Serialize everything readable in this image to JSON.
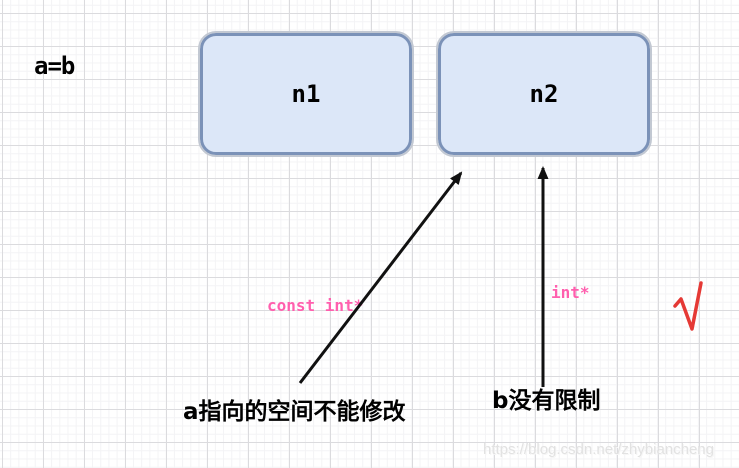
{
  "diagram": {
    "equation_label": "a=b",
    "nodes": [
      {
        "id": "n1",
        "label": "n1"
      },
      {
        "id": "n2",
        "label": "n2"
      }
    ],
    "pointer_labels": [
      {
        "text": "const int*",
        "points_to": "n2"
      },
      {
        "text": "int*",
        "points_to": "n2"
      }
    ],
    "captions": [
      {
        "text": "a指向的空间不能修改"
      },
      {
        "text": "b没有限制"
      }
    ],
    "checkmark": "√",
    "watermark": "https://blog.csdn.net/zhybiancheng",
    "colors": {
      "node_fill": "#dce7f8",
      "node_border": "#7b92b8",
      "pointer_label": "#ff5fae",
      "arrow": "#111111",
      "check": "#e53935",
      "caption": "#000000",
      "watermark": "#e2e2e2",
      "grid_major": "#dbdbde",
      "grid_minor": "#f3f3f5"
    }
  }
}
